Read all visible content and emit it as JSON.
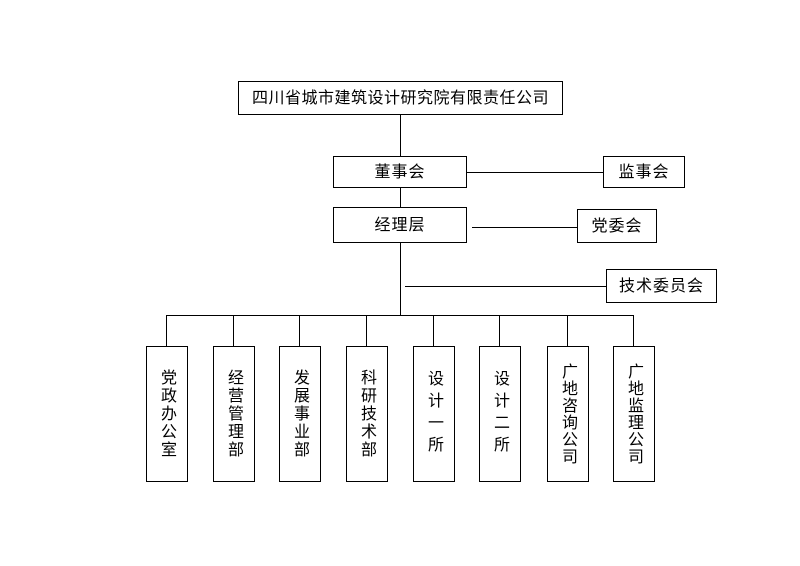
{
  "root": {
    "label": "四川省城市建筑设计研究院有限责任公司"
  },
  "board": {
    "label": "董事会"
  },
  "supervisors": {
    "label": "监事会"
  },
  "management": {
    "label": "经理层"
  },
  "party_committee": {
    "label": "党委会"
  },
  "tech_committee": {
    "label": "技术委员会"
  },
  "departments": [
    {
      "label": "党政办公室"
    },
    {
      "label": "经营管理部"
    },
    {
      "label": "发展事业部"
    },
    {
      "label": "科研技术部"
    },
    {
      "label": "设计一所"
    },
    {
      "label": "设计二所"
    },
    {
      "label": "广地咨询公司"
    },
    {
      "label": "广地监理公司"
    }
  ]
}
